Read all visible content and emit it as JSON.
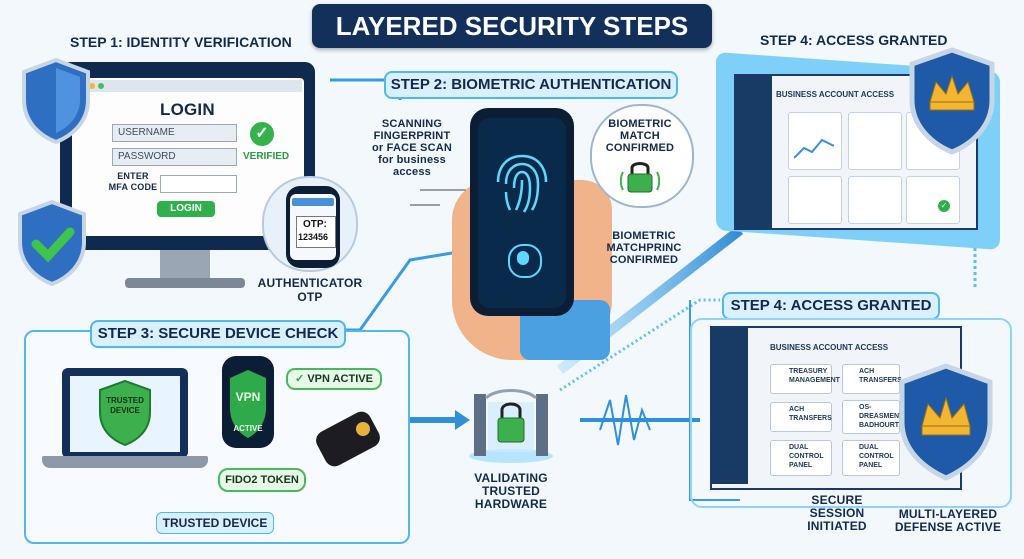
{
  "title": "LAYERED SECURITY STEPS",
  "step1": {
    "label": "STEP 1: IDENTITY VERIFICATION",
    "login_title": "LOGIN",
    "username": "USERNAME",
    "password": "PASSWORD",
    "verified": "VERIFIED",
    "mfa_label_1": "ENTER",
    "mfa_label_2": "MFA CODE",
    "login_button": "LOGIN",
    "otp_label": "OTP:",
    "otp_code": "123456",
    "authenticator_1": "AUTHENTICATOR",
    "authenticator_2": "OTP"
  },
  "step2": {
    "label": "STEP 2: BIOMETRIC AUTHENTICATION",
    "scanning_1": "SCANNING",
    "scanning_2": "FINGERPRINT",
    "scanning_3": "or FACE SCAN",
    "scanning_4": "for business",
    "scanning_5": "access",
    "match_1": "BIOMETRIC",
    "match_2": "MATCH",
    "match_3": "CONFIRMED",
    "match2_1": "BIOMETRIC",
    "match2_2": "MATCHPRINC",
    "match2_3": "CONFIRMED"
  },
  "step3": {
    "label": "STEP 3: SECURE DEVICE CHECK",
    "trusted_badge_1": "TRUSTED",
    "trusted_badge_2": "DEVICE",
    "vpn": "VPN",
    "active": "ACTIVE",
    "vpn_active": "VPN ACTIVE",
    "fido": "FIDO2 TOKEN",
    "trusted_device": "TRUSTED DEVICE",
    "validating_1": "VALIDATING",
    "validating_2": "TRUSTED HARDWARE"
  },
  "step4a": {
    "label": "STEP 4: ACCESS GRANTED",
    "header": "BUSINESS ACCOUNT ACCESS"
  },
  "step4b": {
    "label": "STEP 4: ACCESS GRANTED",
    "header": "BUSINESS ACCOUNT ACCESS",
    "cards": [
      {
        "line1": "TREASURY",
        "line2": "MANAGEMENT"
      },
      {
        "line1": "ACH",
        "line2": "TRANSFERS"
      },
      {
        "line1": "ACH",
        "line2": "TRANSFERS"
      },
      {
        "line1": "OS-",
        "line2": "DREASMENT",
        "line3": "BADHOURT"
      },
      {
        "line1": "DUAL",
        "line2": "CONTROL",
        "line3": "PANEL"
      },
      {
        "line1": "DUAL",
        "line2": "CONTROL",
        "line3": "PANEL"
      }
    ],
    "session_1": "SECURE",
    "session_2": "SESSION",
    "session_3": "INITIATED",
    "defense_1": "MULTI-LAYERED",
    "defense_2": "DEFENSE ACTIVE"
  },
  "colors": {
    "navy": "#12305a",
    "accent_blue": "#2f8fd8",
    "success_green": "#2fb04a",
    "crown_gold": "#f2b632"
  },
  "icons": [
    "shield-check-icon",
    "checkmark-icon",
    "fingerprint-icon",
    "face-scan-icon",
    "padlock-icon",
    "crown-shield-icon",
    "security-key-icon",
    "laptop-icon",
    "gate-icon"
  ]
}
